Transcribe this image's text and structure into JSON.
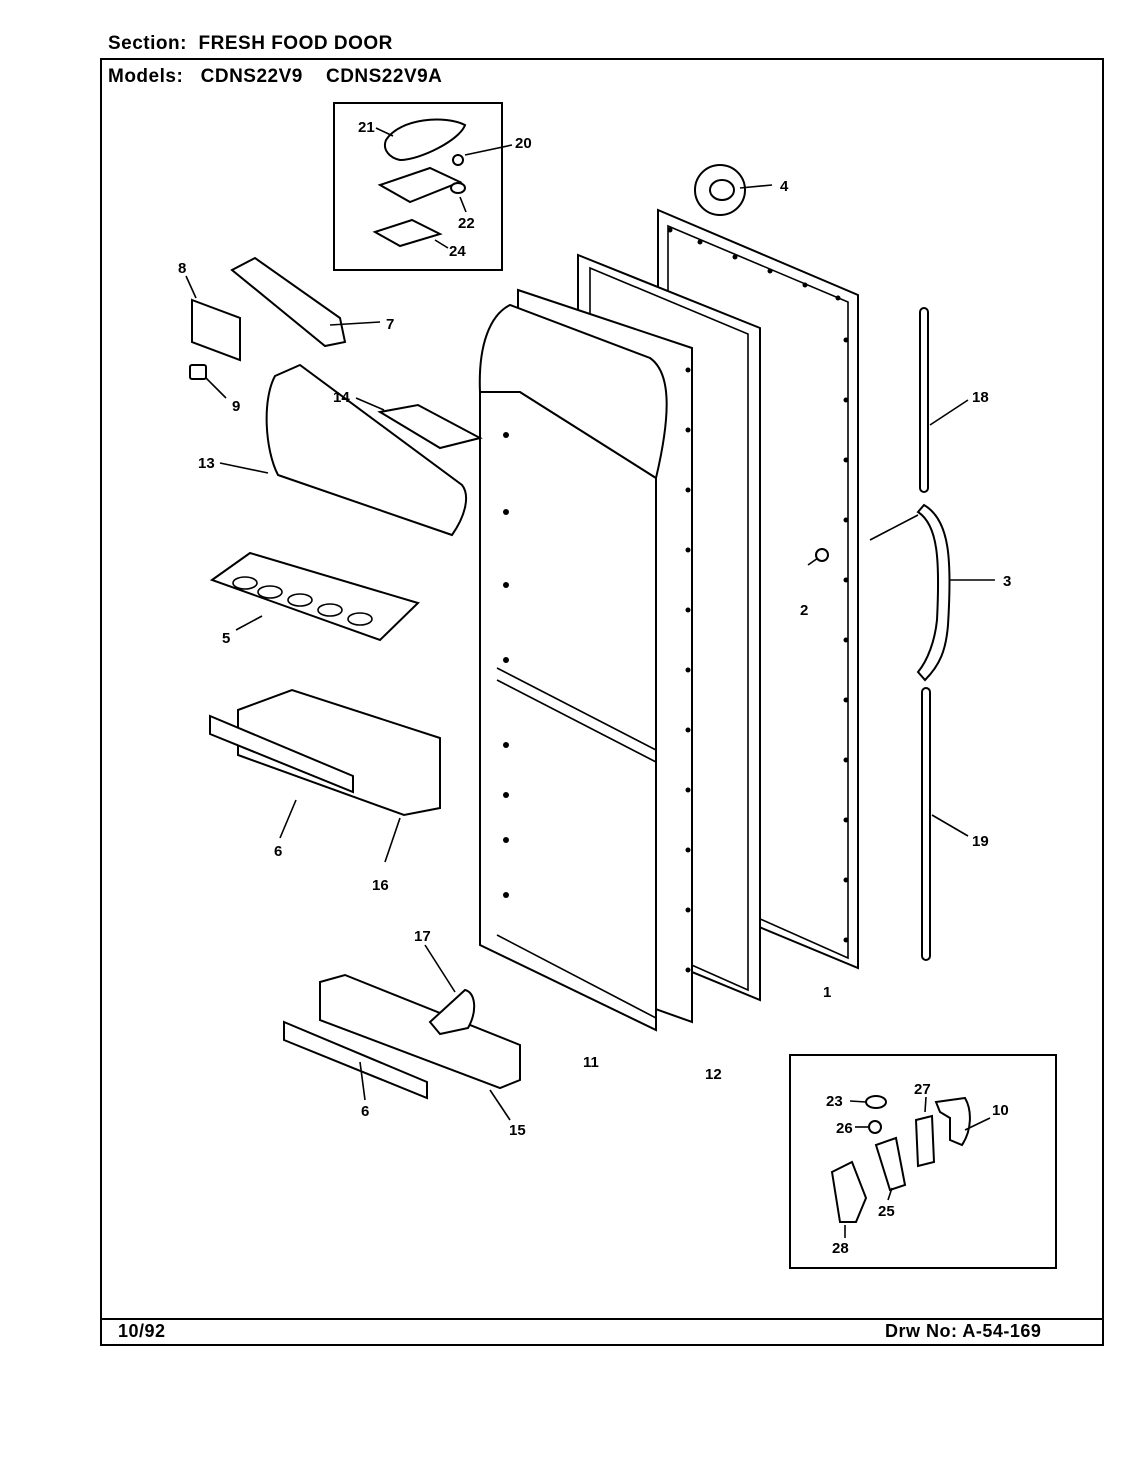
{
  "header": {
    "section_label": "Section:",
    "section_value": "FRESH FOOD DOOR",
    "models_label": "Models:",
    "model_1": "CDNS22V9",
    "model_2": "CDNS22V9A"
  },
  "footer": {
    "date": "10/92",
    "drawing_number": "Drw No: A-54-169"
  },
  "callouts": {
    "c1": "1",
    "c2": "2",
    "c3": "3",
    "c4": "4",
    "c5": "5",
    "c6a": "6",
    "c6b": "6",
    "c7": "7",
    "c8": "8",
    "c9": "9",
    "c10": "10",
    "c11": "11",
    "c12": "12",
    "c13": "13",
    "c14": "14",
    "c15": "15",
    "c16": "16",
    "c17": "17",
    "c18": "18",
    "c19": "19",
    "c20": "20",
    "c21": "21",
    "c22": "22",
    "c23": "23",
    "c24": "24",
    "c25": "25",
    "c26": "26",
    "c27": "27",
    "c28": "28"
  }
}
